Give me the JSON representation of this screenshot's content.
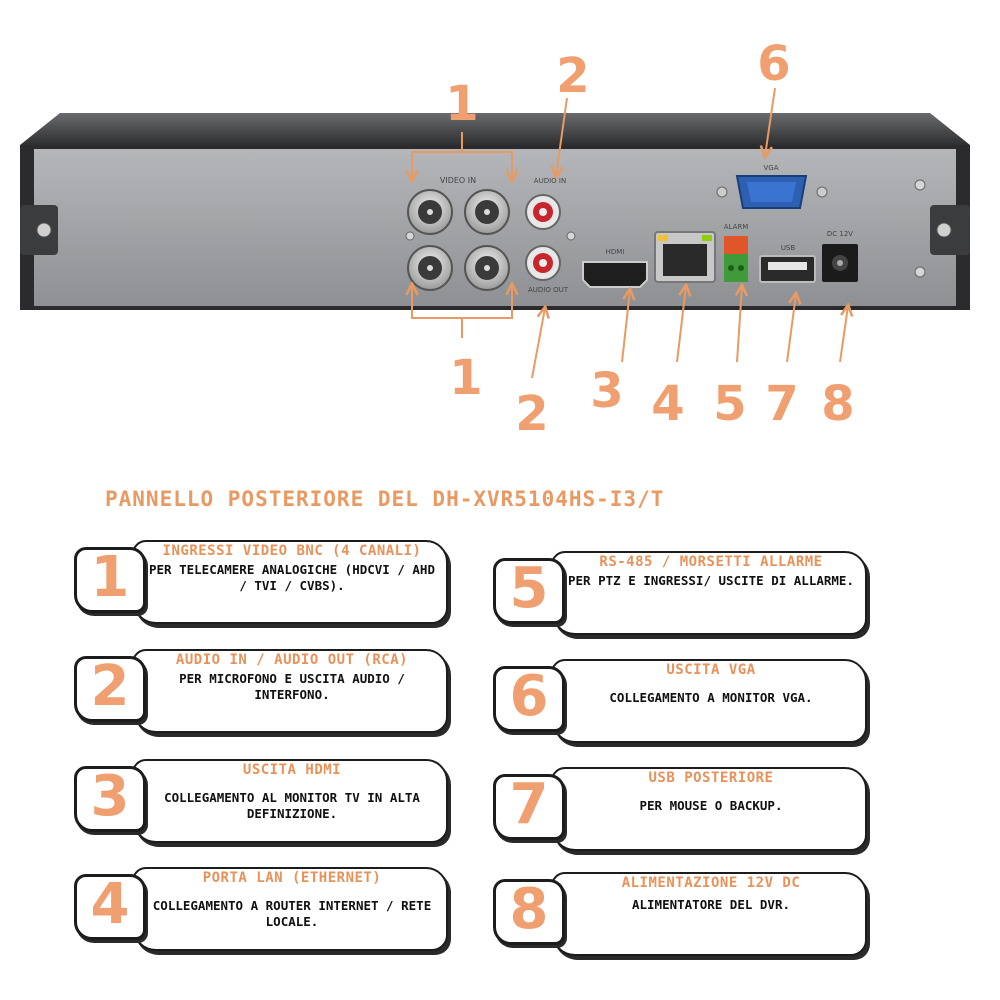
{
  "title": "PANNELLO POSTERIORE DEL DH-XVR5104HS-I3/T",
  "device_labels": {
    "video_in": "VIDEO IN",
    "audio_in": "AUDIO IN",
    "audio_out": "AUDIO OUT",
    "hdmi": "HDMI",
    "vga": "VGA",
    "alarm": "ALARM",
    "usb": "USB",
    "power": "DC 12V"
  },
  "callouts": [
    "1",
    "1",
    "2",
    "2",
    "3",
    "4",
    "5",
    "6",
    "7",
    "8"
  ],
  "cards": [
    {
      "number": "1",
      "title": "INGRESSI VIDEO BNC (4 CANALI)",
      "desc": "PER TELECAMERE ANALOGICHE (HDCVI / AHD / TVI / CVBS)."
    },
    {
      "number": "2",
      "title": "AUDIO IN / AUDIO OUT (RCA)",
      "desc": "PER MICROFONO E USCITA AUDIO / INTERFONO."
    },
    {
      "number": "3",
      "title": "USCITA HDMI",
      "desc": "COLLEGAMENTO AL MONITOR TV IN ALTA DEFINIZIONE."
    },
    {
      "number": "4",
      "title": "PORTA LAN (ETHERNET)",
      "desc": "COLLEGAMENTO A ROUTER INTERNET / RETE LOCALE."
    },
    {
      "number": "5",
      "title": "RS-485 / MORSETTI ALLARME",
      "desc": "PER PTZ E INGRESSI/ USCITE DI ALLARME."
    },
    {
      "number": "6",
      "title": "USCITA VGA",
      "desc": "COLLEGAMENTO A MONITOR VGA."
    },
    {
      "number": "7",
      "title": "USB POSTERIORE",
      "desc": "PER MOUSE O BACKUP."
    },
    {
      "number": "8",
      "title": "ALIMENTAZIONE 12V DC",
      "desc": "ALIMENTATORE DEL DVR."
    }
  ],
  "colors": {
    "accent": "#f0a070",
    "panel": "#9a9c9f",
    "frame": "#2b2b2d",
    "text": "#111111"
  }
}
